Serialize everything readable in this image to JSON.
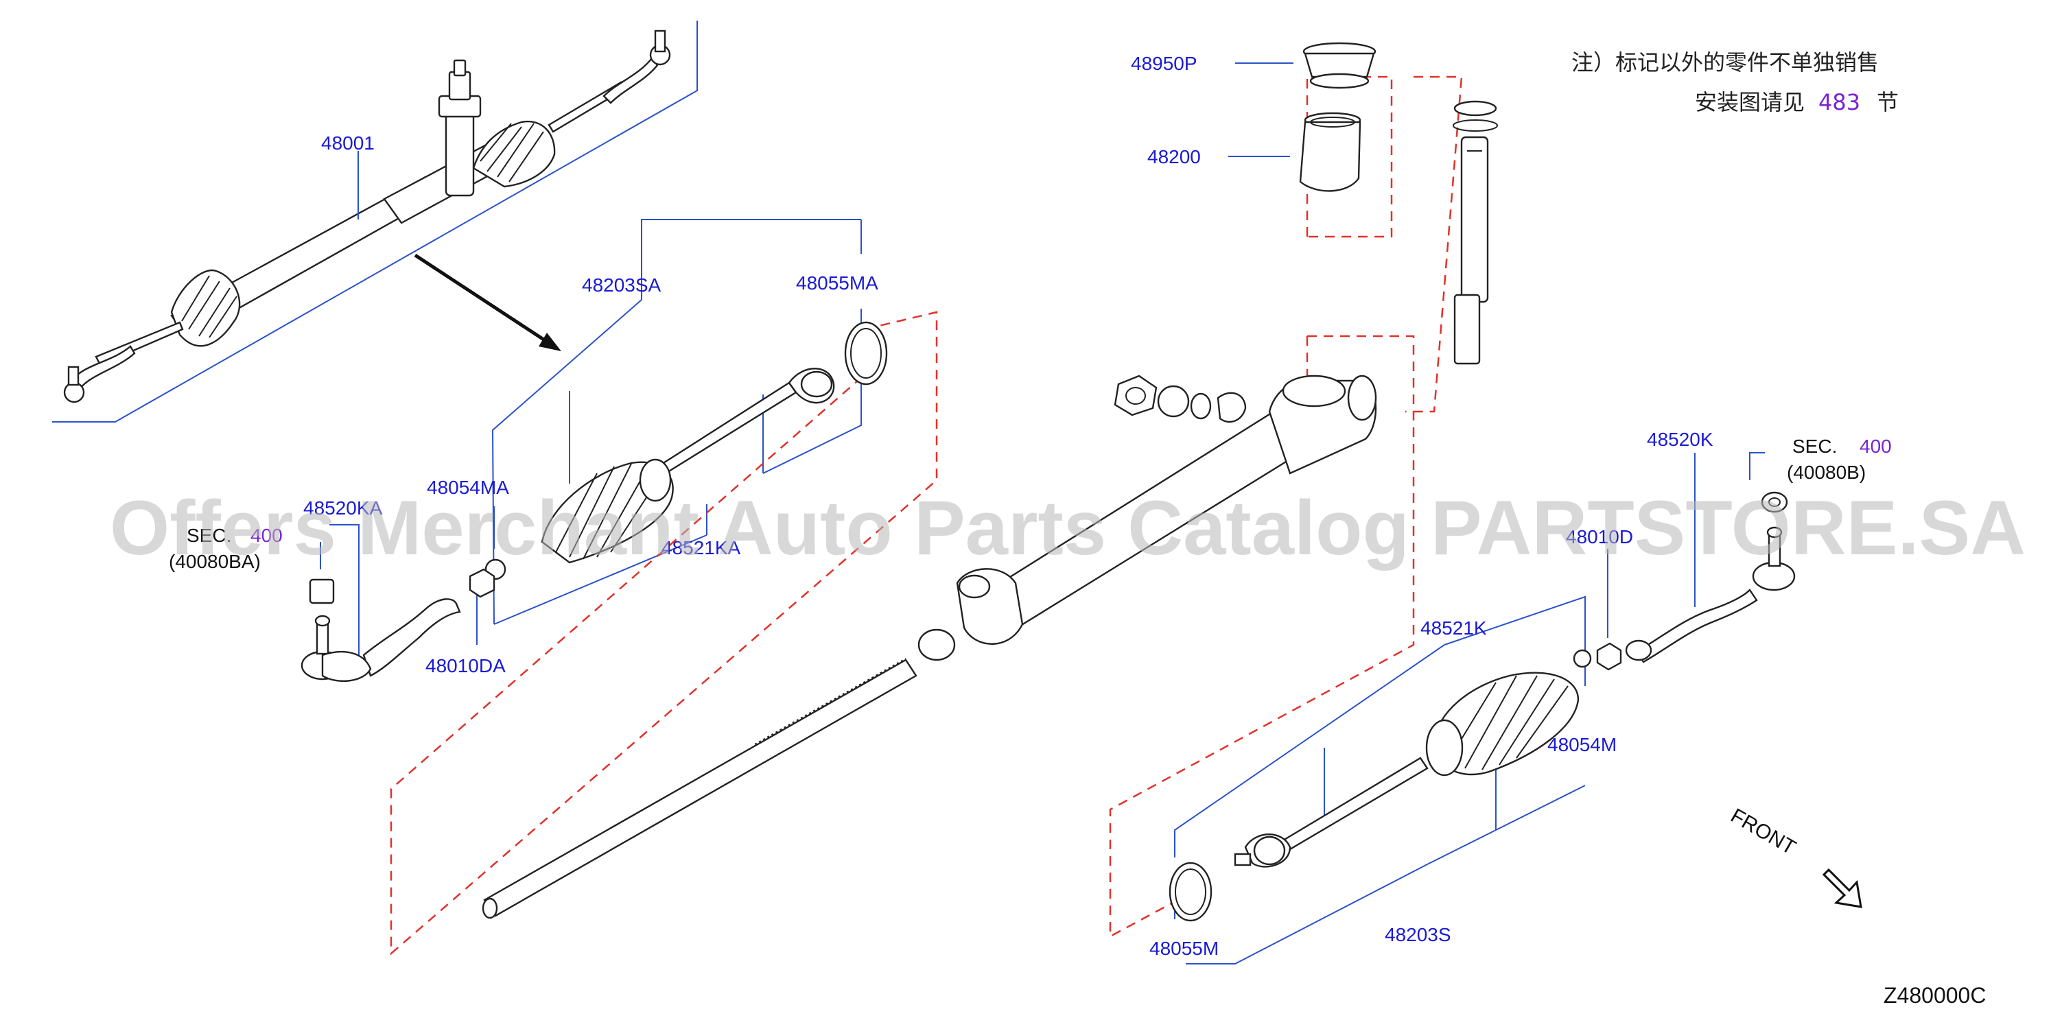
{
  "labels": {
    "l48001": "48001",
    "l48203SA": "48203SA",
    "l48055MA": "48055MA",
    "l48054MA": "48054MA",
    "l48520KA": "48520KA",
    "l48521KA": "48521KA",
    "l48010DA": "48010DA",
    "l48950P": "48950P",
    "l48200": "48200",
    "l48520K": "48520K",
    "l48010D": "48010D",
    "l48521K": "48521K",
    "l48054M": "48054M",
    "l48055M": "48055M",
    "l48203S": "48203S"
  },
  "section_refs": {
    "left_sec": "SEC.",
    "left_num": "400",
    "left_code": "(40080BA)",
    "right_sec": "SEC.",
    "right_num": "400",
    "right_code": "(40080B)"
  },
  "note": {
    "line1": "注）标记以外的零件不单独销售",
    "line2_prefix": "安装图请见",
    "line2_num": "483",
    "line2_suffix": "节"
  },
  "direction": "FRONT",
  "diagram_code": "Z480000C",
  "watermark": "Offers Merchant Auto Parts Catalog PARTSTORE.SA",
  "colors": {
    "label": "#1a1ad6",
    "leader": "#2a52c9",
    "dashed_box": "#e0322a",
    "section_number": "#7a22d6"
  }
}
